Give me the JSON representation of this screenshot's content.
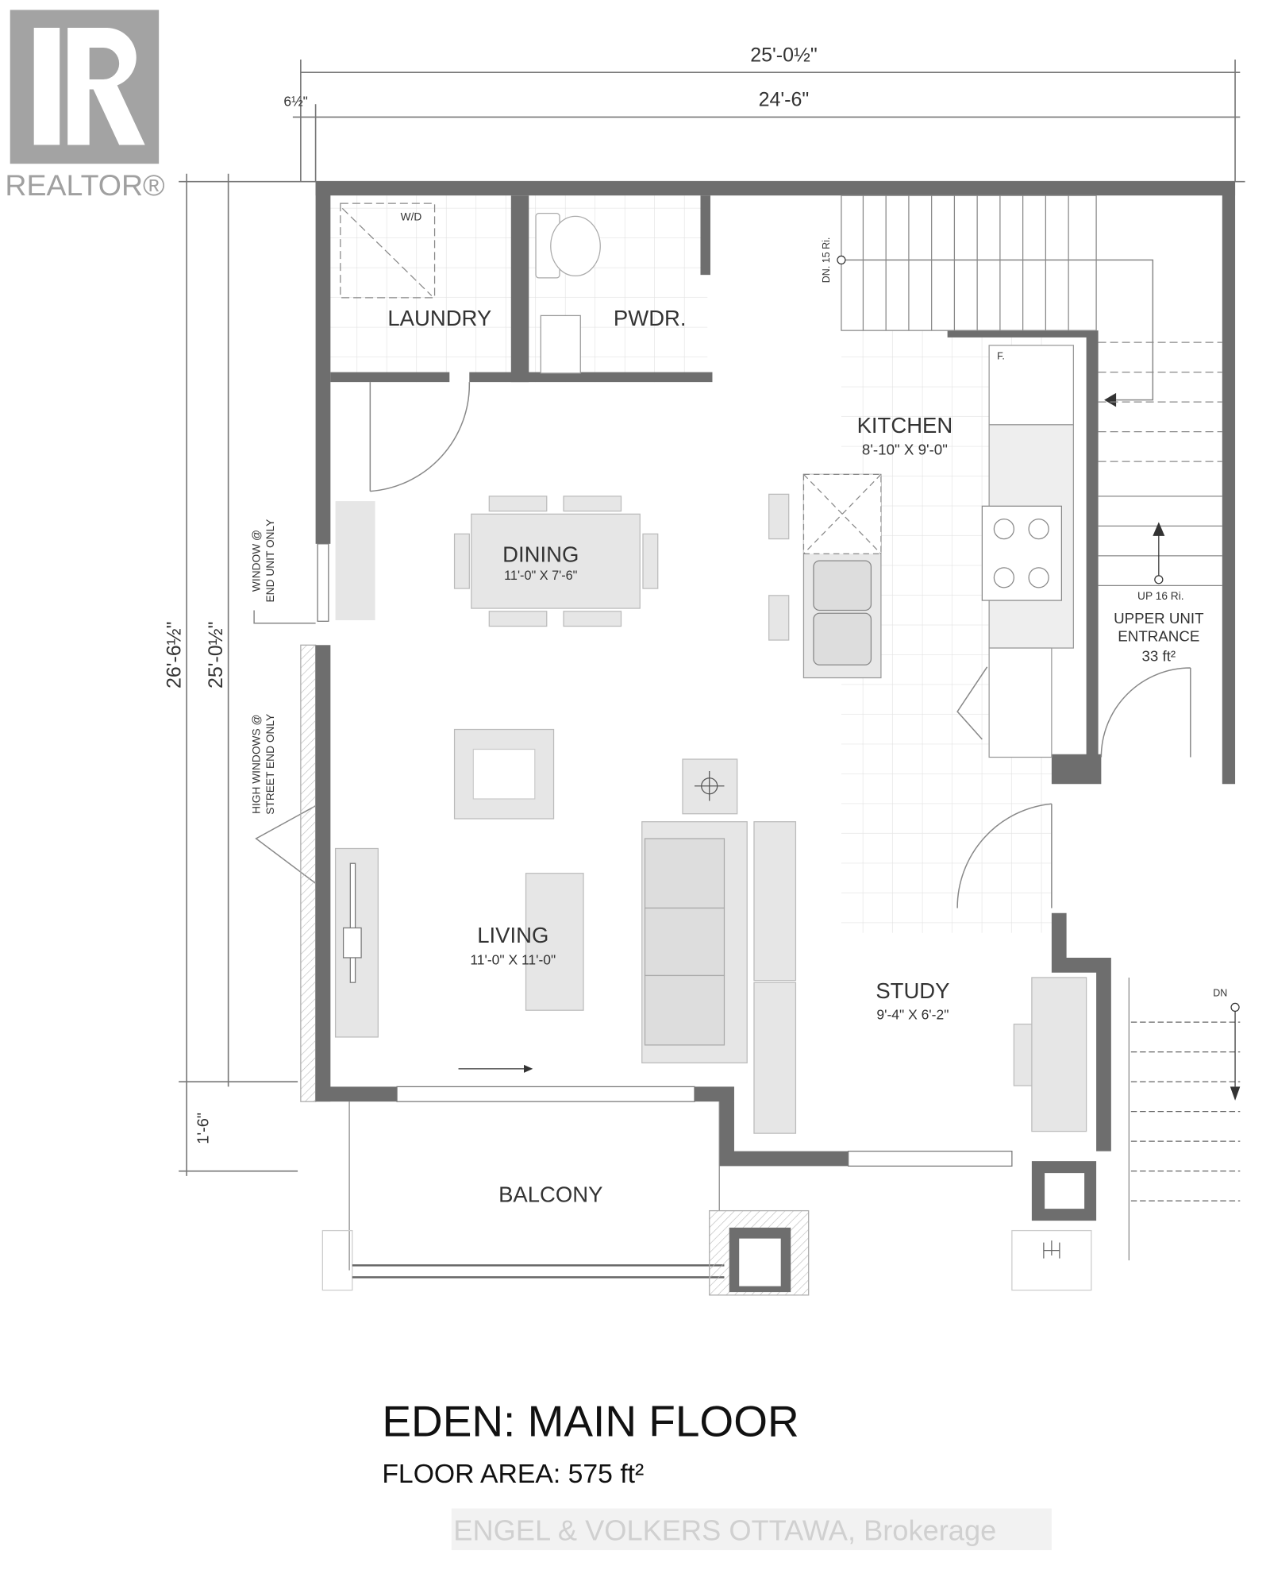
{
  "logo": {
    "brand": "REALTOR®"
  },
  "dimensions": {
    "overall_width": "25'-0½\"",
    "interior_width": "24'-6\"",
    "offset": "6½\"",
    "overall_depth": "26'-6½\"",
    "interior_depth": "25'-0½\"",
    "balcony_depth": "1'-6\""
  },
  "notes": {
    "window_end": [
      "WINDOW @",
      "END UNIT ONLY"
    ],
    "high_windows": [
      "HIGH WINDOWS @",
      "STREET END ONLY"
    ],
    "stair_down": "DN. 15 Ri.",
    "stair_up": "UP 16 Ri.",
    "washer_dryer": "W/D",
    "fridge": "F.",
    "exterior_stair_down": "DN"
  },
  "rooms": {
    "laundry": {
      "name": "LAUNDRY"
    },
    "powder": {
      "name": "PWDR."
    },
    "kitchen": {
      "name": "KITCHEN",
      "size": "8'-10\" X 9'-0\""
    },
    "dining": {
      "name": "DINING",
      "size": "11'-0\" X 7'-6\""
    },
    "living": {
      "name": "LIVING",
      "size": "11'-0\" X 11'-0\""
    },
    "study": {
      "name": "STUDY",
      "size": "9'-4\" X 6'-2\""
    },
    "upper_entrance": {
      "name1": "UPPER UNIT",
      "name2": "ENTRANCE",
      "size": "33 ft²"
    },
    "balcony": {
      "name": "BALCONY"
    }
  },
  "title": {
    "main": "EDEN: MAIN FLOOR",
    "area": "FLOOR AREA: 575 ft²"
  },
  "watermark": "ENGEL & VOLKERS OTTAWA, Brokerage"
}
